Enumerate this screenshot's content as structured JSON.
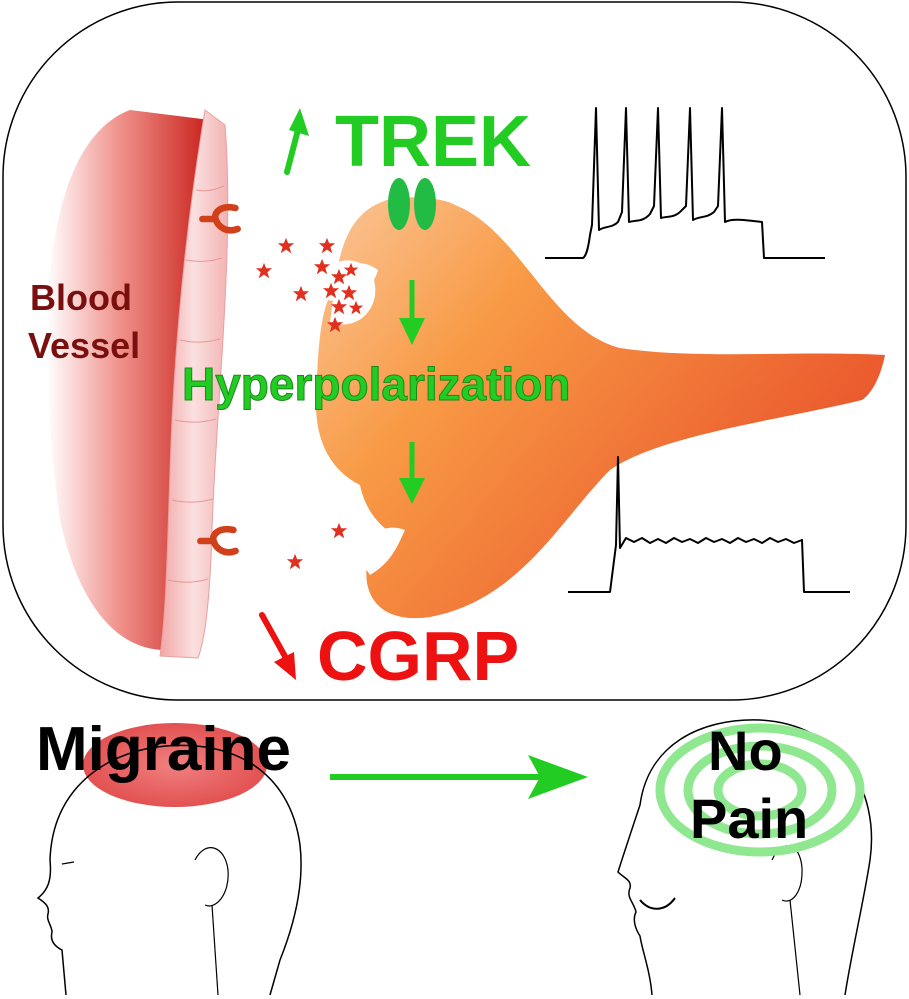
{
  "labels": {
    "trek": "TREK",
    "blood_vessel_line1": "Blood",
    "blood_vessel_line2": "Vessel",
    "hyperpolarization": "Hyperpolarization",
    "cgrp": "CGRP",
    "migraine": "Migraine",
    "no_pain_line1": "No",
    "no_pain_line2": "Pain"
  },
  "colors": {
    "green": "#22cc22",
    "red": "#ee1111",
    "dark_red": "#7a0f0f",
    "vessel_red": "#d8322a",
    "neuron_orange": "#f07a2a",
    "migraine_spot": "#e85a5a",
    "ring_green": "#8fe88f"
  }
}
